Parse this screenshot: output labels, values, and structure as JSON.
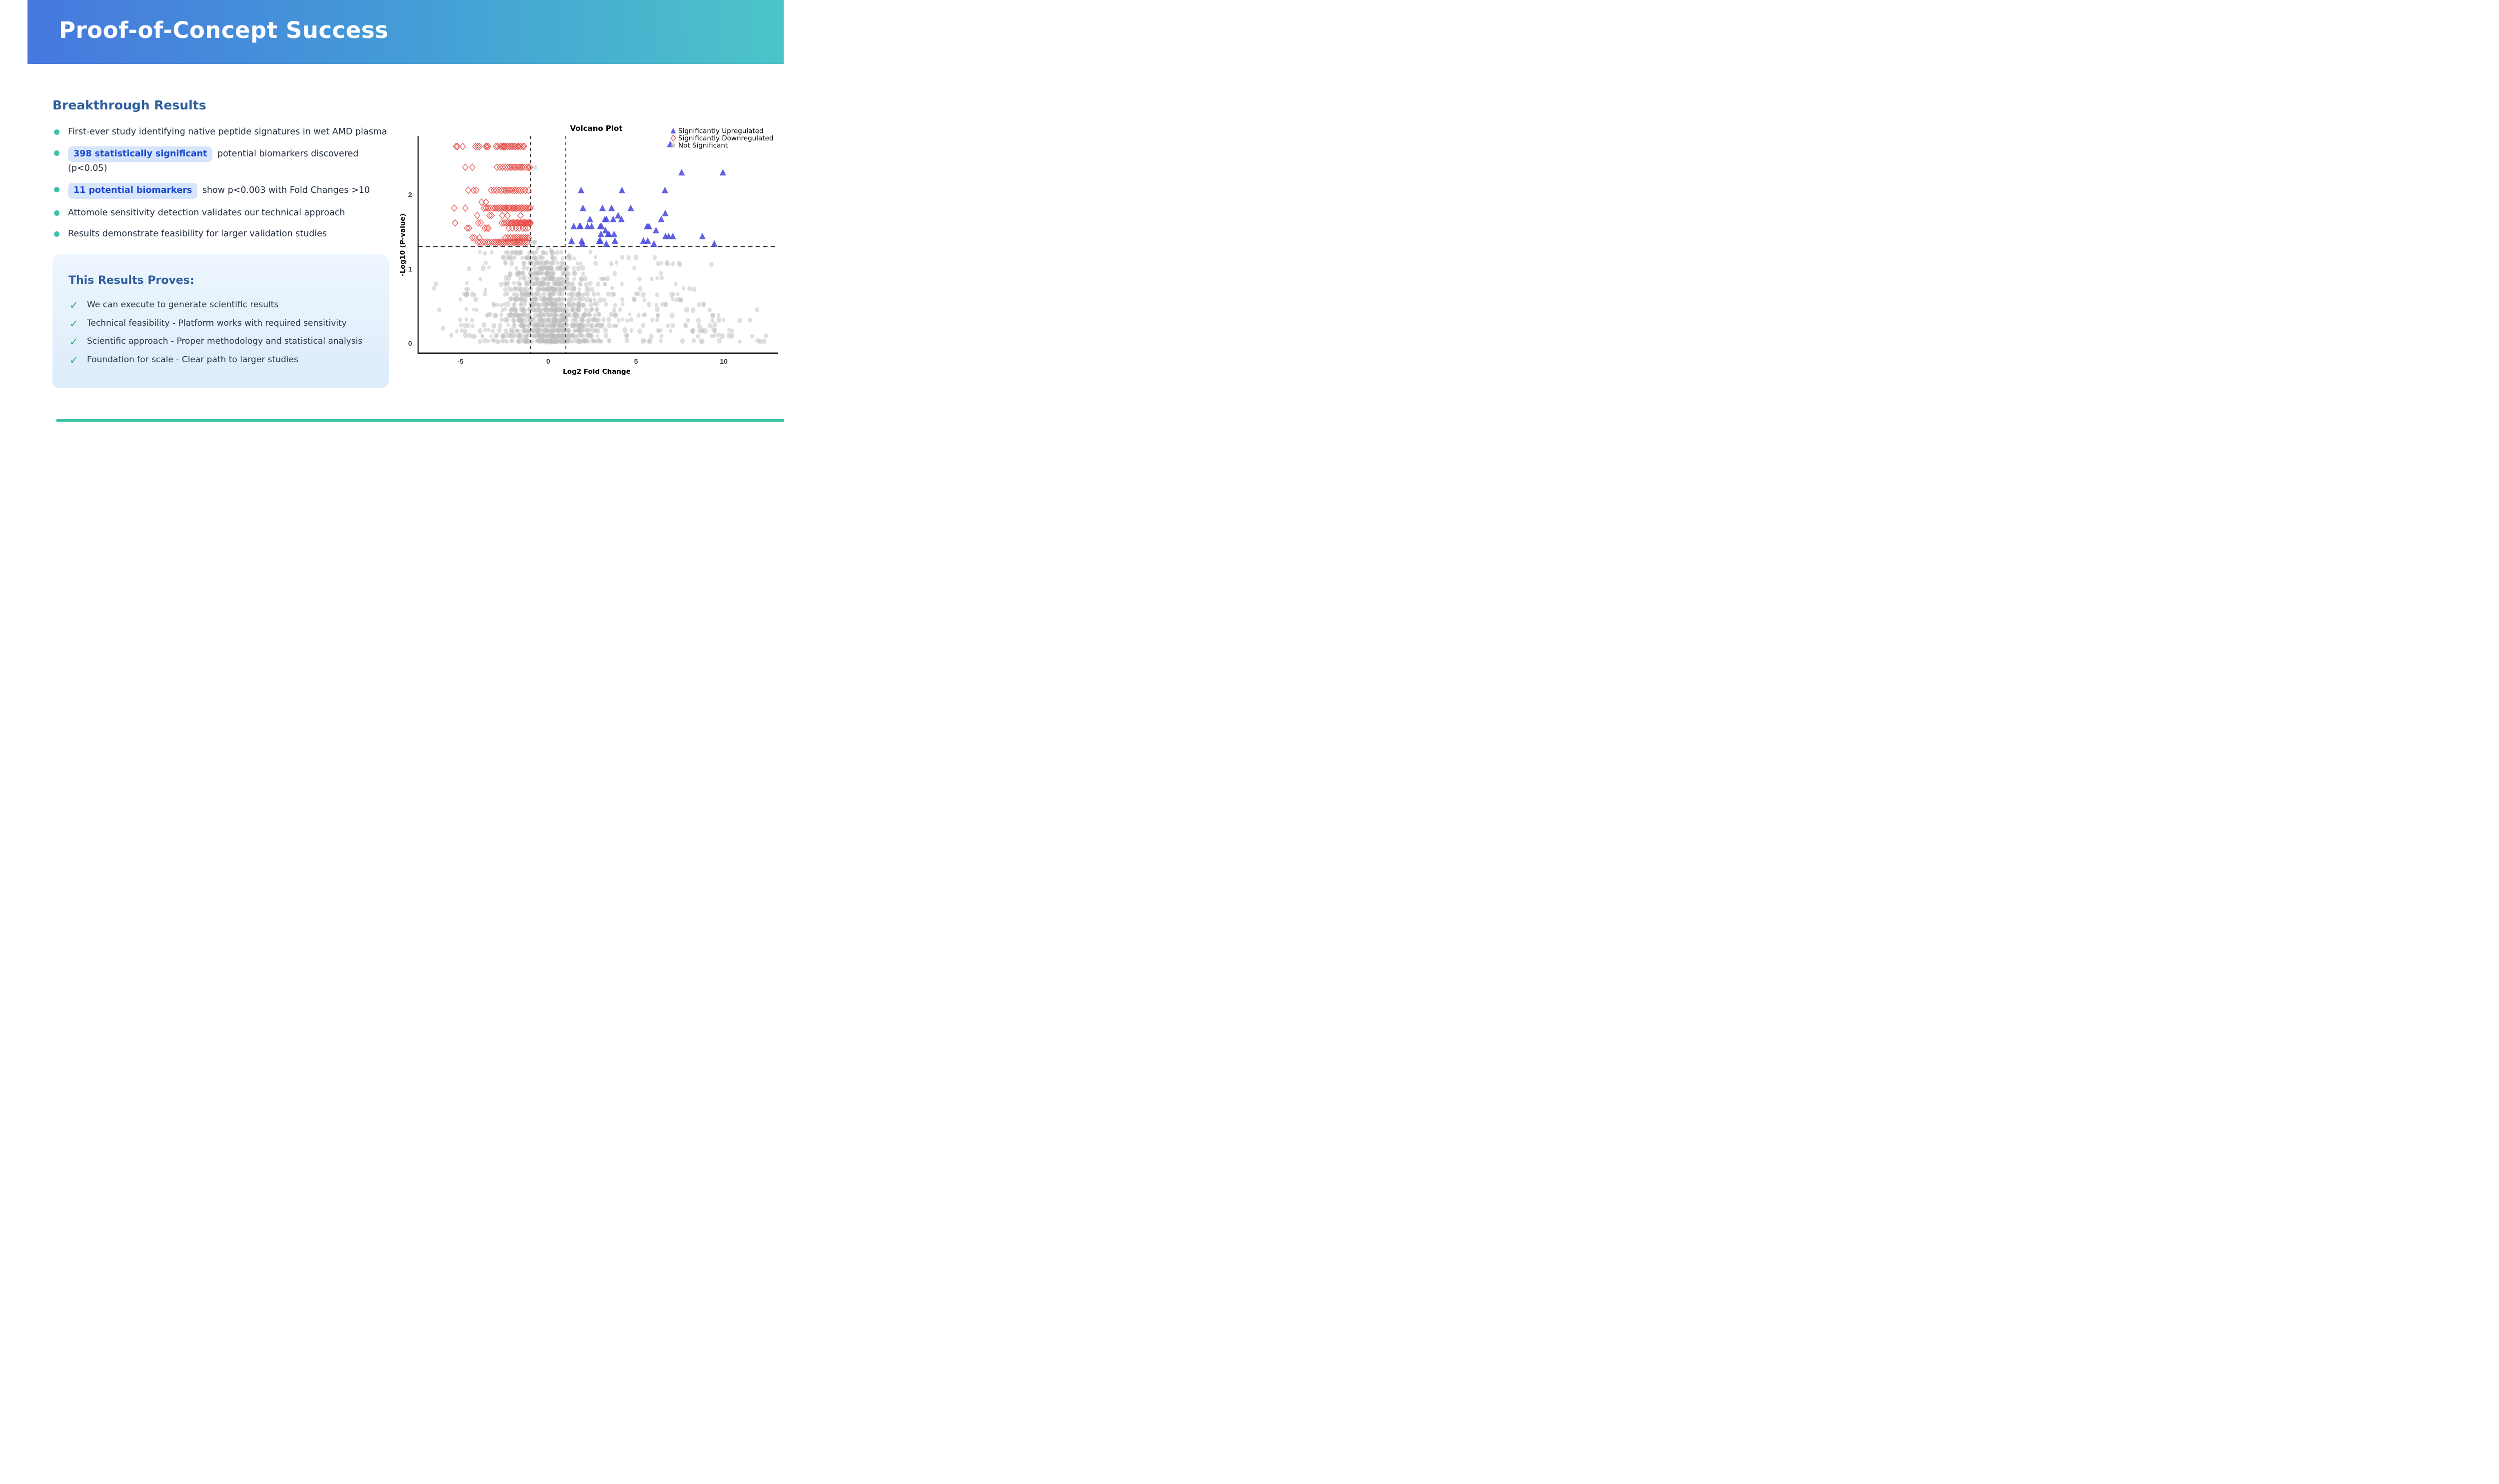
{
  "slide": {
    "title": "Proof-of-Concept Success"
  },
  "results": {
    "heading": "Breakthrough Results",
    "bullets": [
      {
        "text": "First-ever study identifying native peptide signatures in wet AMD plasma"
      },
      {
        "highlight": "398 statistically significant",
        "text": " potential biomarkers discovered (p<0.05)"
      },
      {
        "highlight": "11 potential biomarkers",
        "text": " show p<0.003 with Fold Changes >10"
      },
      {
        "text": "Attomole sensitivity detection validates our technical approach"
      },
      {
        "text": "Results demonstrate feasibility for larger validation studies"
      }
    ]
  },
  "proves_box": {
    "heading": "This Results Proves:",
    "check_glyph": "✓",
    "items": [
      "We can execute to generate scientific results",
      "Technical feasibility - Platform works with required sensitivity",
      "Scientific approach - Proper methodology and statistical analysis",
      "Foundation for scale - Clear path to larger studies"
    ]
  },
  "colors": {
    "header_gradient_left": "#4678de",
    "header_gradient_right": "#4cc4c8",
    "heading_blue": "#2e5e9e",
    "body_text": "#242f42",
    "bullet_teal": "#3ec3a7",
    "pill_bg": "#d7e5fc",
    "pill_text": "#1c49cf",
    "check_green": "#21ad5f",
    "upregulated_blue": "#4b4be0",
    "downregulated_red": "#e64540",
    "not_significant_gray": "#bfbfbf",
    "axis_black": "#1a1a1a",
    "tick_gray": "#3d3d3d"
  },
  "chart_data": {
    "type": "scatter",
    "title": "Volcano Plot",
    "xlabel": "Log2 Fold Change",
    "ylabel": "-Log10 (P-value)",
    "xlim": [
      -7.4,
      13.1
    ],
    "ylim": [
      -0.12,
      2.93
    ],
    "x_ticks": [
      -5,
      0,
      5,
      10
    ],
    "y_ticks": [
      0,
      1,
      2
    ],
    "grid": false,
    "thresholds": {
      "p_line_y": 1.301,
      "fold_change_x": [
        -1,
        1
      ]
    },
    "legend_position": "top-right",
    "legend": [
      {
        "label": "Significantly Upregulated",
        "marker": "triangle",
        "color": "#4b4be0"
      },
      {
        "label": "Significantly Downregulated",
        "marker": "diamond-open",
        "color": "#e64540"
      },
      {
        "label": "Not Significant",
        "marker": "circle",
        "color": "#bfbfbf"
      }
    ],
    "series": [
      {
        "name": "Significantly Upregulated",
        "marker": "triangle",
        "color": "#4b4be0",
        "rows": [
          {
            "y": 2.68,
            "x": [
              6.95
            ]
          },
          {
            "y": 2.3,
            "x": [
              7.6,
              9.95
            ]
          },
          {
            "y": 2.06,
            "x": [
              1.87,
              4.2,
              6.65
            ]
          },
          {
            "y": 1.82,
            "x": [
              1.98,
              3.09,
              3.61,
              4.7
            ]
          },
          {
            "y": 1.75,
            "x": [
              6.67
            ]
          },
          {
            "y": 1.72,
            "x": [
              3.98
            ]
          },
          {
            "y": 1.67,
            "x": [
              2.38,
              3.23,
              3.32,
              3.7,
              4.17,
              6.44
            ]
          },
          {
            "y": 1.575,
            "x": [
              1.45,
              1.78,
              1.84,
              2.24,
              2.47,
              2.96,
              3.04,
              5.63,
              5.74
            ]
          },
          {
            "y": 1.52,
            "x": [
              3.26,
              6.14
            ]
          },
          {
            "y": 1.47,
            "x": [
              3.0,
              3.4,
              3.46,
              3.75
            ]
          },
          {
            "y": 1.44,
            "x": [
              6.68,
              6.86,
              7.1,
              8.78
            ]
          },
          {
            "y": 1.38,
            "x": [
              1.33,
              1.91,
              2.91,
              2.97,
              3.8,
              5.42,
              5.67
            ]
          },
          {
            "y": 1.34,
            "x": [
              1.95,
              3.31,
              6.02,
              9.46
            ]
          }
        ]
      },
      {
        "name": "Significantly Downregulated",
        "marker": "diamond-open",
        "color": "#e64540",
        "rows": [
          {
            "y": 2.65,
            "x": [
              -5.25,
              -5.18,
              -4.87,
              -4.15,
              -4.02,
              -3.92,
              -3.55,
              -3.5,
              -3.42,
              -2.98,
              -2.88,
              -2.72,
              -2.62,
              -2.55,
              -2.5,
              -2.42,
              -2.32,
              -2.22,
              -2.12,
              -2.05,
              -1.95,
              -1.88,
              -1.75,
              -1.68,
              -1.58,
              -1.45,
              -1.38
            ]
          },
          {
            "y": 2.37,
            "x": [
              -4.72,
              -4.32,
              -2.92,
              -2.75,
              -2.6,
              -2.45,
              -2.3,
              -2.18,
              -2.08,
              -1.95,
              -1.85,
              -1.72,
              -1.6,
              -1.5,
              -1.38,
              -1.22,
              -1.12,
              -1.05
            ]
          },
          {
            "y": 2.06,
            "x": [
              -4.55,
              -4.25,
              -4.1,
              -3.25,
              -3.1,
              -2.95,
              -2.8,
              -2.65,
              -2.52,
              -2.42,
              -2.3,
              -2.18,
              -2.05,
              -1.92,
              -1.82,
              -1.7,
              -1.58,
              -1.45,
              -1.3,
              -1.12
            ]
          },
          {
            "y": 1.9,
            "x": [
              -3.8,
              -3.55
            ]
          },
          {
            "y": 1.82,
            "x": [
              -5.35,
              -4.72,
              -3.68,
              -3.55,
              -3.42,
              -3.3,
              -3.15,
              -3.02,
              -2.92,
              -2.82,
              -2.72,
              -2.62,
              -2.52,
              -2.45,
              -2.38,
              -2.3,
              -2.22,
              -2.12,
              -2.02,
              -1.95,
              -1.88,
              -1.8,
              -1.72,
              -1.62,
              -1.52,
              -1.45,
              -1.35,
              -1.25,
              -1.15,
              -1.05
            ]
          },
          {
            "y": 1.72,
            "x": [
              -4.05,
              -3.35,
              -3.22,
              -2.62,
              -2.32,
              -1.58
            ]
          },
          {
            "y": 1.62,
            "x": [
              -5.3,
              -3.98,
              -3.85,
              -2.65,
              -2.52,
              -2.42,
              -2.32,
              -2.22,
              -2.12,
              -2.05,
              -1.98,
              -1.9,
              -1.82,
              -1.75,
              -1.68,
              -1.6,
              -1.55,
              -1.48,
              -1.42,
              -1.35,
              -1.28,
              -1.22,
              -1.15,
              -1.1,
              -1.05,
              -1.0
            ]
          },
          {
            "y": 1.55,
            "x": [
              -4.62,
              -4.5,
              -3.62,
              -3.5,
              -3.4,
              -2.25,
              -2.05,
              -1.85,
              -1.65,
              -1.45,
              -1.3,
              -1.15
            ]
          },
          {
            "y": 1.42,
            "x": [
              -4.32,
              -4.2,
              -3.92,
              -2.45,
              -2.3,
              -2.15,
              -2.0,
              -1.9,
              -1.8,
              -1.7,
              -1.6,
              -1.5,
              -1.4,
              -1.3,
              -1.2,
              -1.1
            ]
          },
          {
            "y": 1.36,
            "x": [
              -4.0,
              -3.88,
              -3.72,
              -3.58,
              -3.45,
              -3.35,
              -3.22,
              -3.1,
              -3.0,
              -2.9,
              -2.8,
              -2.7,
              -2.6,
              -2.5,
              -2.4,
              -2.3,
              -2.2,
              -2.1,
              -2.0,
              -1.92,
              -1.84,
              -1.76,
              -1.68,
              -1.6,
              -1.5,
              -1.4,
              -1.3,
              -1.2
            ]
          }
        ]
      },
      {
        "name": "Not Significant",
        "marker": "circle",
        "color": "#bfbfbf",
        "outliers": [
          [
            -0.74,
            2.37
          ],
          [
            -0.9,
            1.83
          ],
          [
            -0.98,
            1.82
          ],
          [
            -1.01,
            1.36
          ],
          [
            -0.82,
            1.36
          ],
          [
            -0.74,
            1.36
          ],
          [
            -6.5,
            0.74
          ],
          [
            -6.4,
            0.8
          ],
          [
            -0.6,
            1.28
          ],
          [
            0.15,
            1.25
          ],
          [
            -0.3,
            1.22
          ],
          [
            0.5,
            1.22
          ],
          [
            1.2,
            1.18
          ],
          [
            6.8,
            1.07
          ],
          [
            7.1,
            1.07
          ],
          [
            7.5,
            1.06
          ],
          [
            9.3,
            1.06
          ],
          [
            -6.2,
            0.45
          ],
          [
            -6.0,
            0.2
          ],
          [
            11.9,
            0.45
          ],
          [
            11.5,
            0.31
          ],
          [
            12.4,
            0.1
          ]
        ],
        "bands": [
          {
            "y": 1.22,
            "n": 22,
            "xmin": -4.6,
            "xmax": 3.0,
            "core": [
              -2.6,
              1.2
            ]
          },
          {
            "y": 1.15,
            "n": 30,
            "xmin": -4.8,
            "xmax": 7.2,
            "core": [
              -2.8,
              1.5
            ]
          },
          {
            "y": 1.08,
            "n": 34,
            "xmin": -4.2,
            "xmax": 7.6,
            "core": [
              -2.6,
              1.8
            ]
          },
          {
            "y": 1.01,
            "n": 38,
            "xmin": -5.0,
            "xmax": 5.5,
            "core": [
              -2.6,
              2.0
            ]
          },
          {
            "y": 0.94,
            "n": 42,
            "xmin": -4.6,
            "xmax": 8.0,
            "core": [
              -2.8,
              2.2
            ]
          },
          {
            "y": 0.87,
            "n": 46,
            "xmin": -5.4,
            "xmax": 6.5,
            "core": [
              -2.8,
              2.4
            ]
          },
          {
            "y": 0.8,
            "n": 50,
            "xmin": -4.8,
            "xmax": 7.8,
            "core": [
              -3.0,
              2.6
            ]
          },
          {
            "y": 0.73,
            "n": 55,
            "xmin": -5.2,
            "xmax": 8.6,
            "core": [
              -3.0,
              2.8
            ]
          },
          {
            "y": 0.66,
            "n": 60,
            "xmin": -4.8,
            "xmax": 7.6,
            "core": [
              -3.0,
              3.0
            ]
          },
          {
            "y": 0.59,
            "n": 64,
            "xmin": -5.2,
            "xmax": 9.0,
            "core": [
              -3.2,
              3.0
            ]
          },
          {
            "y": 0.52,
            "n": 70,
            "xmin": -5.0,
            "xmax": 9.6,
            "core": [
              -3.2,
              3.2
            ]
          },
          {
            "y": 0.45,
            "n": 76,
            "xmin": -5.2,
            "xmax": 10.0,
            "core": [
              -3.2,
              3.2
            ]
          },
          {
            "y": 0.38,
            "n": 82,
            "xmin": -4.8,
            "xmax": 10.4,
            "core": [
              -3.4,
              3.4
            ]
          },
          {
            "y": 0.31,
            "n": 88,
            "xmin": -5.2,
            "xmax": 11.0,
            "core": [
              -3.4,
              3.4
            ]
          },
          {
            "y": 0.24,
            "n": 95,
            "xmin": -5.0,
            "xmax": 11.6,
            "core": [
              -3.4,
              3.6
            ]
          },
          {
            "y": 0.17,
            "n": 102,
            "xmin": -5.4,
            "xmax": 12.2,
            "core": [
              -3.6,
              3.6
            ]
          },
          {
            "y": 0.1,
            "n": 112,
            "xmin": -5.6,
            "xmax": 12.7,
            "core": [
              -3.6,
              3.6
            ]
          },
          {
            "y": 0.03,
            "n": 120,
            "xmin": -5.2,
            "xmax": 13.0,
            "core": [
              -3.6,
              3.8
            ]
          }
        ],
        "seed": 42
      }
    ]
  }
}
